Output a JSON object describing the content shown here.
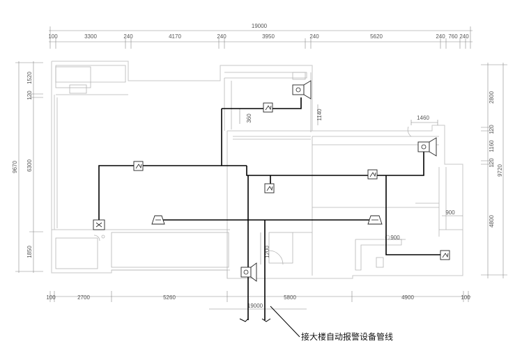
{
  "caption": "接大楼自动报警设备管线",
  "dims": {
    "top_total": "19000",
    "top_segments": [
      "100",
      "3300",
      "240",
      "4170",
      "240",
      "3950",
      "240",
      "5620",
      "240",
      "760",
      "240"
    ],
    "bottom_segments": [
      "100",
      "2700",
      "5260",
      "5800",
      "4900",
      "100"
    ],
    "bottom_total": "19000",
    "left_outer": "9670",
    "left_inner": [
      "1520",
      "120",
      "6300",
      "1850"
    ],
    "right_outer": "9720",
    "right_inner": [
      "2800",
      "120",
      "1160",
      "120",
      "4800"
    ],
    "interior": [
      "1460",
      "360",
      "1140",
      "900",
      "900",
      "1200"
    ]
  },
  "colors": {
    "wall": "#c7c7c7",
    "pipe": "#000000",
    "dimension": "#888888"
  }
}
